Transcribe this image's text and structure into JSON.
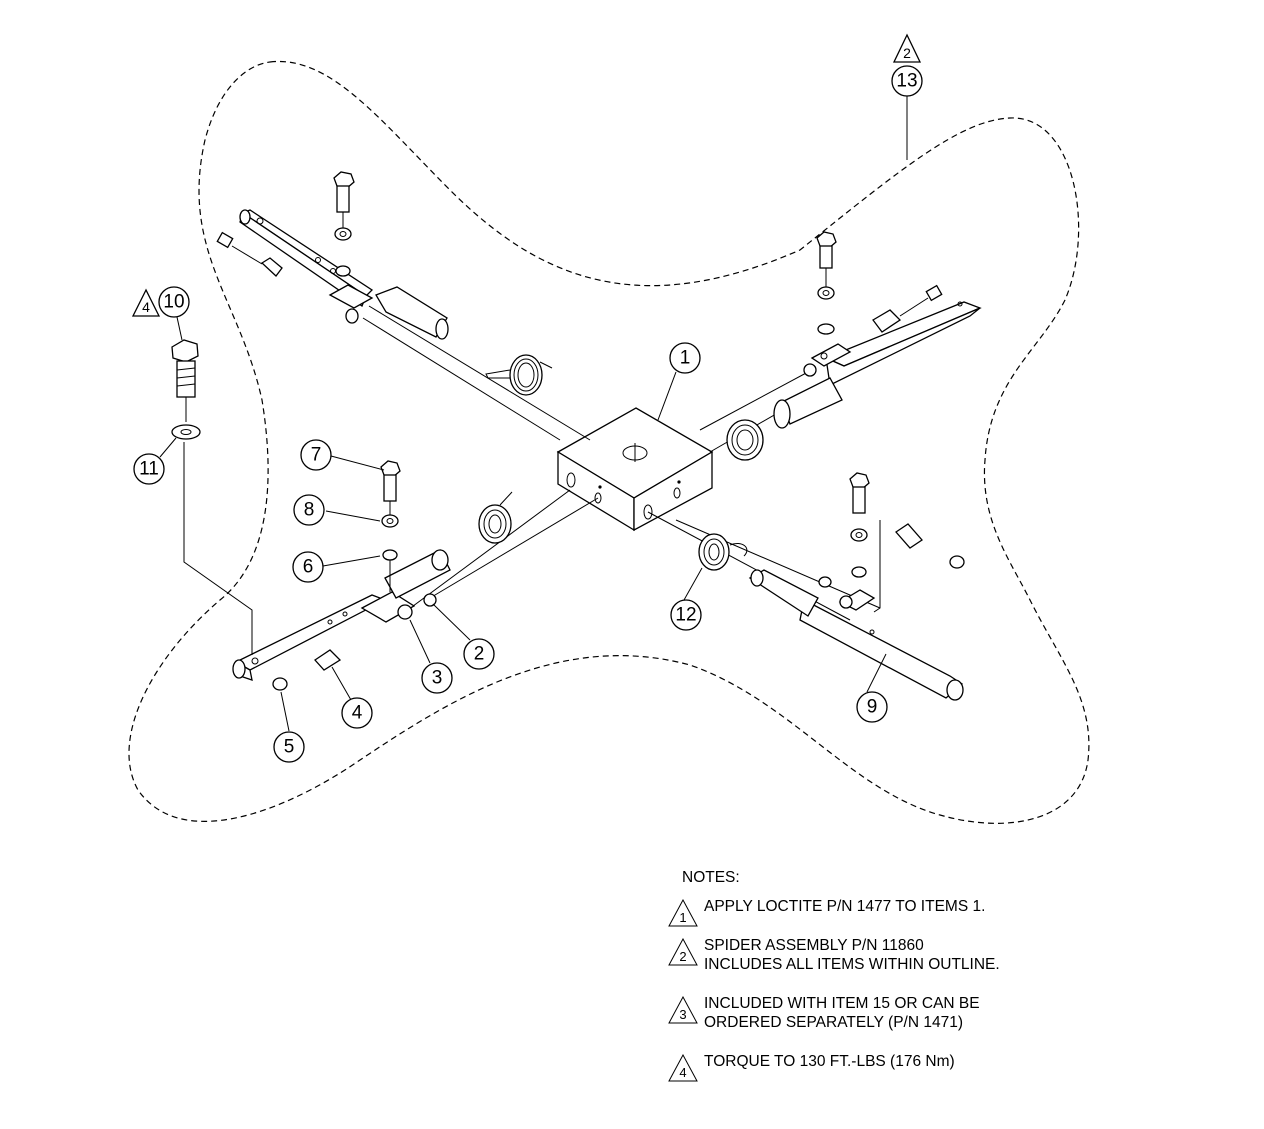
{
  "callouts": [
    {
      "id": "1",
      "label": "1"
    },
    {
      "id": "2",
      "label": "2"
    },
    {
      "id": "3",
      "label": "3"
    },
    {
      "id": "4",
      "label": "4"
    },
    {
      "id": "5",
      "label": "5"
    },
    {
      "id": "6",
      "label": "6"
    },
    {
      "id": "7",
      "label": "7"
    },
    {
      "id": "8",
      "label": "8"
    },
    {
      "id": "9",
      "label": "9"
    },
    {
      "id": "10",
      "label": "10"
    },
    {
      "id": "11",
      "label": "11"
    },
    {
      "id": "12",
      "label": "12"
    },
    {
      "id": "13",
      "label": "13"
    }
  ],
  "flags": [
    {
      "for": "13",
      "label": "2"
    },
    {
      "for": "10",
      "label": "4"
    }
  ],
  "notes": {
    "title": "NOTES:",
    "items": [
      {
        "flag": "1",
        "lines": [
          "APPLY LOCTITE  P/N 1477 TO ITEMS 1."
        ]
      },
      {
        "flag": "2",
        "lines": [
          "SPIDER ASSEMBLY P/N 11860",
          "INCLUDES ALL ITEMS WITHIN OUTLINE."
        ]
      },
      {
        "flag": "3",
        "lines": [
          "INCLUDED WITH ITEM 15 OR CAN BE",
          "ORDERED SEPARATELY (P/N 1471)"
        ]
      },
      {
        "flag": "4",
        "lines": [
          "TORQUE TO 130 FT.-LBS (176 Nm)"
        ]
      }
    ]
  }
}
